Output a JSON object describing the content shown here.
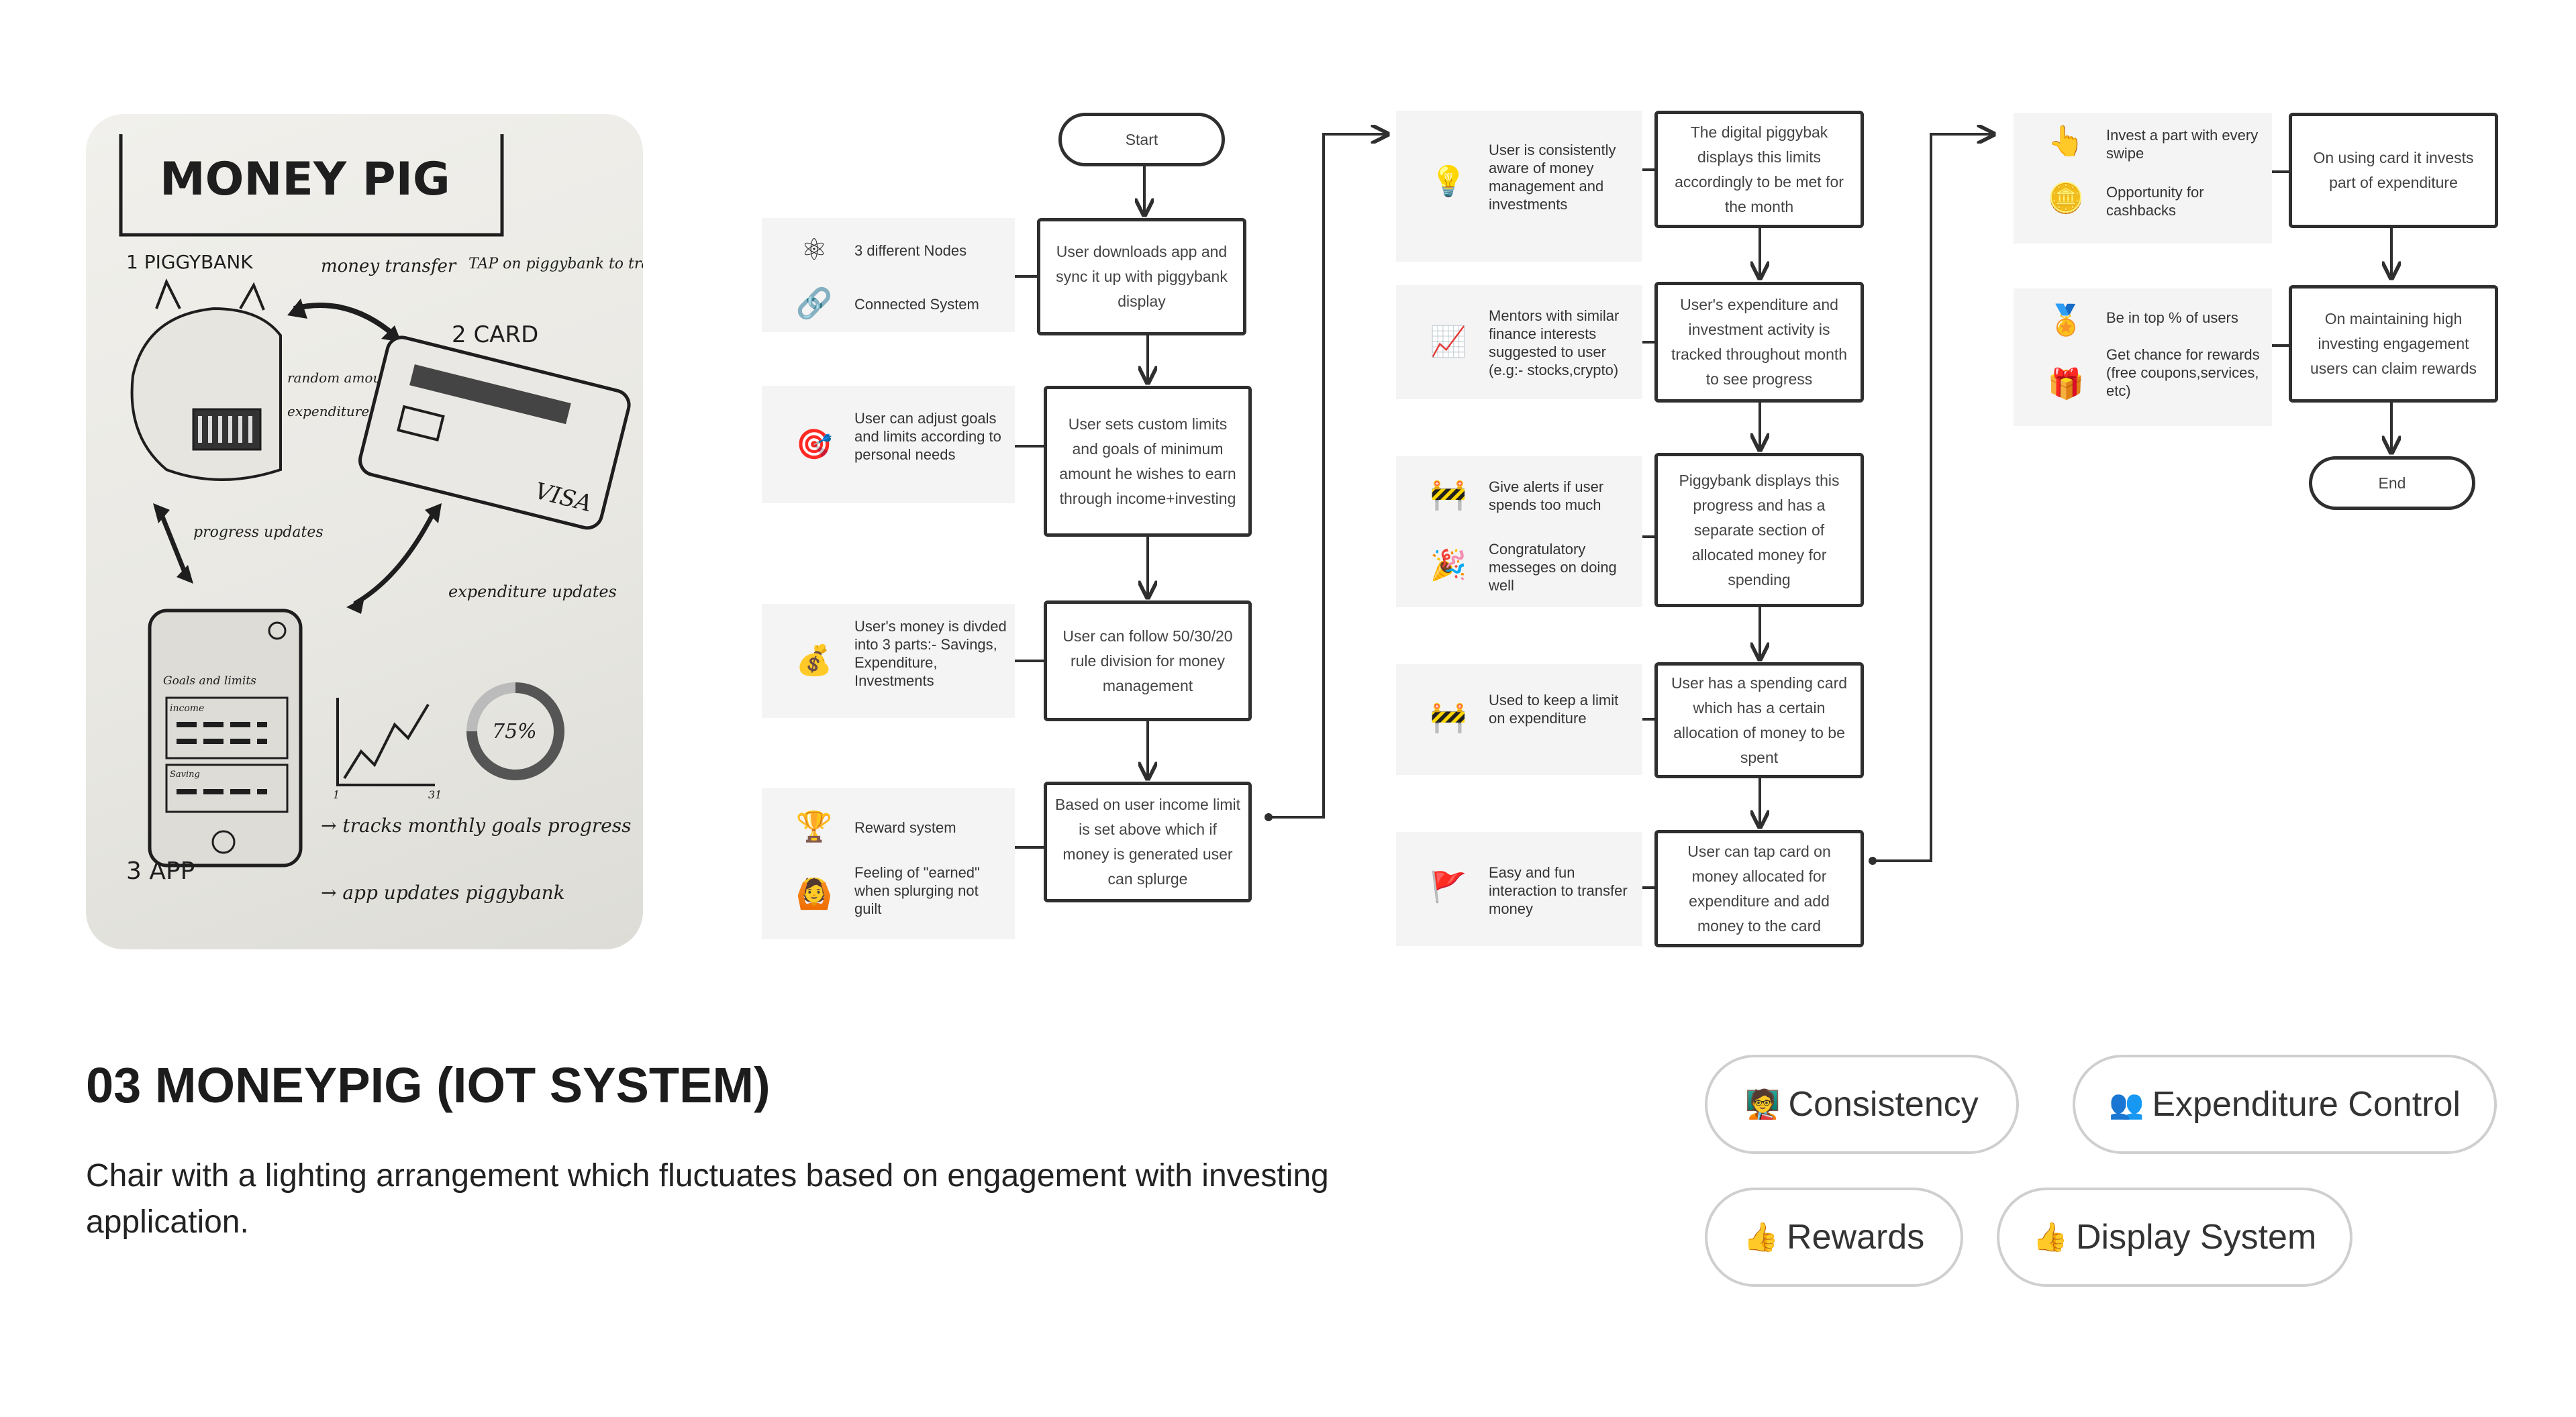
{
  "sketch": {
    "title": "MONEY PIG",
    "label_piggybank": "1 PIGGYBANK",
    "label_card": "2 CARD",
    "label_app": "3 APP",
    "money_transfer": "money transfer",
    "tap_note": "TAP on piggybank to transfer",
    "random_amount": "random amount",
    "expenditure_bars": "expenditure bars",
    "visa": "VISA",
    "progress_updates": "progress updates",
    "expenditure_updates": "expenditure updates",
    "goals_and_limits": "Goals and limits",
    "income": "income",
    "saving": "Saving",
    "percent": "75%",
    "axis_start": "1",
    "axis_end": "31",
    "note_goals": "→ tracks monthly goals progress",
    "note_app": "→ app updates piggybank"
  },
  "flow": {
    "start": "Start",
    "end": "End",
    "col1": [
      "User downloads app and sync it up with piggybank display",
      "User sets custom limits and goals of minimum amount he wishes to earn through income+investing",
      "User can follow 50/30/20 rule  division for money management",
      "Based on user income limit is set above which if money is generated user can splurge"
    ],
    "col2": [
      "The digital piggybak displays this limits accordingly to be met for the month",
      "User's expenditure and investment activity is tracked throughout month to see progress",
      "Piggybank displays this progress and has a separate section of allocated money for spending",
      "User has a spending card which has a certain allocation of money to be spent",
      "User can tap card on money allocated for expenditure and add money to the card"
    ],
    "col3": [
      "On using card it invests part of expenditure",
      "On maintaining high investing engagement users can claim rewards"
    ],
    "info": [
      {
        "items": [
          {
            "icon": "network-nodes-icon",
            "glyph": "⚛",
            "text": "3 different Nodes"
          },
          {
            "icon": "link-icon",
            "glyph": "🔗",
            "text": "Connected System"
          }
        ]
      },
      {
        "items": [
          {
            "icon": "target-icon",
            "glyph": "🎯",
            "text": "User can adjust goals and limits according to personal needs"
          }
        ]
      },
      {
        "items": [
          {
            "icon": "money-hands-icon",
            "glyph": "💰",
            "text": "User's money is divded into 3 parts:- Savings, Expenditure, Investments"
          }
        ]
      },
      {
        "items": [
          {
            "icon": "trophy-icon",
            "glyph": "🏆",
            "text": "Reward system"
          },
          {
            "icon": "person-celebrating-icon",
            "glyph": "🙆",
            "text": "Feeling of \"earned\" when splurging not guilt"
          }
        ]
      },
      {
        "items": [
          {
            "icon": "alert-bulb-icon",
            "glyph": "💡",
            "text": "User is consistently aware of money management and investments"
          }
        ]
      },
      {
        "items": [
          {
            "icon": "mentor-chart-icon",
            "glyph": "📈",
            "text": "Mentors with similar finance interests suggested to user (e.g:- stocks,crypto)"
          }
        ]
      },
      {
        "items": [
          {
            "icon": "barrier-icon",
            "glyph": "🚧",
            "text": "Give alerts if user spends too much"
          },
          {
            "icon": "party-popper-icon",
            "glyph": "🎉",
            "text": "Congratulatory messeges on doing well"
          }
        ]
      },
      {
        "items": [
          {
            "icon": "barrier-icon",
            "glyph": "🚧",
            "text": "Used to keep a limit on expenditure"
          }
        ]
      },
      {
        "items": [
          {
            "icon": "fun-flag-icon",
            "glyph": "🚩",
            "text": "Easy and fun interaction to transfer money"
          }
        ]
      },
      {
        "items": [
          {
            "icon": "tap-hand-icon",
            "glyph": "👆",
            "text": "Invest a part with every swipe"
          },
          {
            "icon": "cashback-coin-icon",
            "glyph": "🪙",
            "text": "Opportunity for cashbacks"
          }
        ]
      },
      {
        "items": [
          {
            "icon": "medal-ranking-icon",
            "glyph": "🏅",
            "text": "Be in top % of users"
          },
          {
            "icon": "gift-icon",
            "glyph": "🎁",
            "text": "Get chance for rewards (free coupons,services, etc)"
          }
        ]
      }
    ]
  },
  "project": {
    "title": "03 MONEYPIG (IOT SYSTEM)",
    "description": "Chair with a lighting arrangement  which fluctuates based on engagement with investing application."
  },
  "tags": [
    {
      "emoji": "🧑‍🏫",
      "label": "Consistency"
    },
    {
      "emoji": "👥",
      "label": "Expenditure Control"
    },
    {
      "emoji": "👍",
      "label": "Rewards"
    },
    {
      "emoji": "👍",
      "label": "Display System"
    }
  ]
}
